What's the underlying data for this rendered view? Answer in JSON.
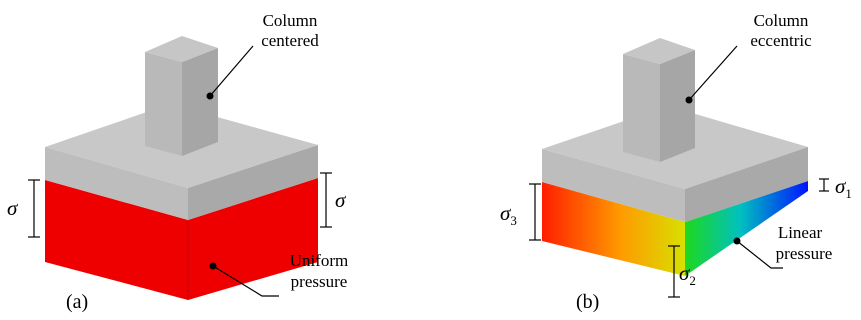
{
  "panel_a": {
    "label": "(a)",
    "column_label_line1": "Column",
    "column_label_line2": "centered",
    "sigma_left": "σ",
    "sigma_right": "σ",
    "pressure_label_line1": "Uniform",
    "pressure_label_line2": "pressure",
    "pressure_color": "#ee0000"
  },
  "panel_b": {
    "label": "(b)",
    "column_label_line1": "Column",
    "column_label_line2": "eccentric",
    "sigma1_symbol": "σ",
    "sigma1_sub": "1",
    "sigma2_symbol": "σ",
    "sigma2_sub": "2",
    "sigma3_symbol": "σ",
    "sigma3_sub": "3",
    "pressure_label_line1": "Linear",
    "pressure_label_line2": "pressure",
    "gradient_colors": [
      "#ff1e00",
      "#ff9a00",
      "#d8e000",
      "#1ed81e",
      "#00c0c0",
      "#0014ff"
    ]
  },
  "colors": {
    "column_front": "#b9b9b9",
    "column_side": "#a6a6a6",
    "column_top": "#c6c6c6",
    "slab_top": "#c8c8c8",
    "slab_front": "#bdbdbd",
    "slab_side": "#a9a9a9"
  }
}
